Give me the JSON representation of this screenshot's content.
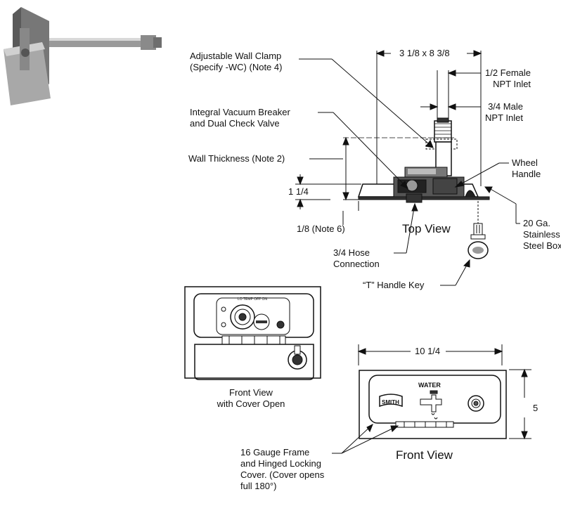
{
  "labels": {
    "wall_clamp": "Adjustable Wall Clamp\n(Specify -WC) (Note 4)",
    "vacuum_breaker": "Integral Vacuum Breaker\nand Dual Check Valve",
    "wall_thickness": "Wall Thickness (Note 2)",
    "dim_1_1_4": "1 1/4",
    "note_6": "1/8 (Note 6)",
    "top_view": "Top View",
    "hose_connection": "3/4 Hose\nConnection",
    "t_handle_key": "“T” Handle Key",
    "dim_box": "3 1/8 x 8 3/8",
    "female_inlet": "1/2 Female\nNPT Inlet",
    "male_inlet": "3/4 Male\nNPT Inlet",
    "wheel_handle": "Wheel\nHandle",
    "stainless_box": "20 Ga.\nStainless\nSteel Box",
    "front_view_open": "Front View\nwith Cover Open",
    "dim_width": "10 1/4",
    "dim_height": "5",
    "front_view": "Front View",
    "frame_note": "16 Gauge Frame\nand Hinged Locking\nCover. (Cover opens\nfull 180°)",
    "water": "WATER",
    "smith": "SMITH",
    "cover_text": "LO TEMP  OFF   ON"
  }
}
